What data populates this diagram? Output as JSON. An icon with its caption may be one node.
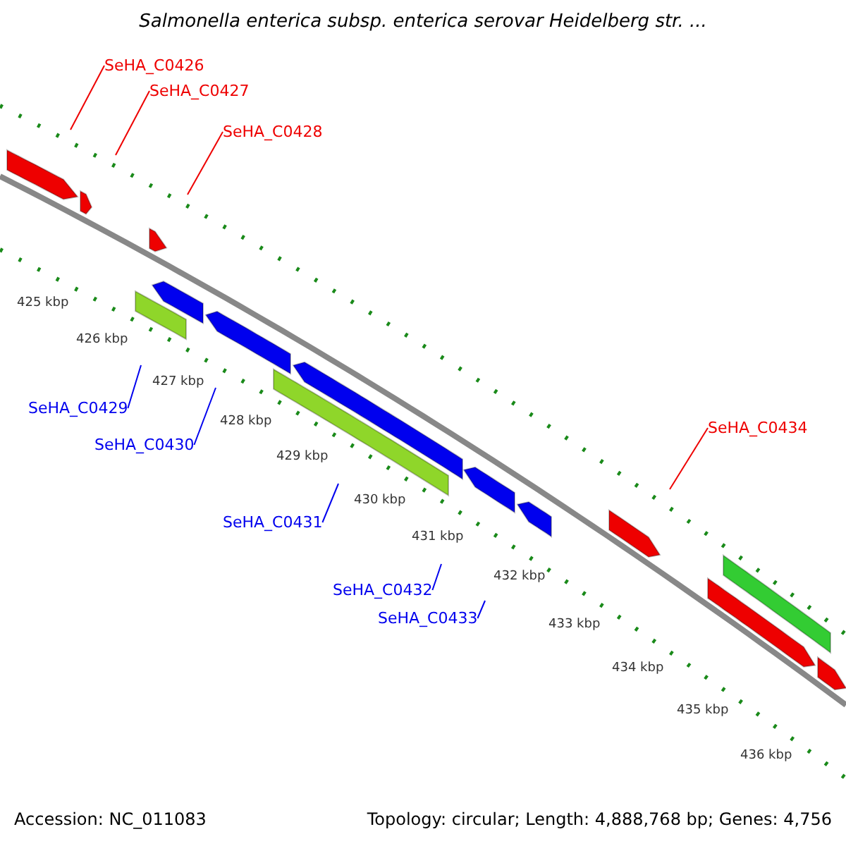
{
  "diagram": {
    "title": "Salmonella enterica subsp. enterica serovar Heidelberg str. ...",
    "nodes": [
      {
        "text": [
          "SeHA_C0426"
        ]
      },
      {
        "text": [
          "SeHA_C0427"
        ]
      },
      {
        "text": [
          "SeHA_C0428"
        ]
      },
      {
        "text": [
          "SeHA_C0429"
        ]
      },
      {
        "text": [
          "SeHA_C0430"
        ]
      },
      {
        "text": [
          "SeHA_C0431"
        ]
      },
      {
        "text": [
          "SeHA_C0432"
        ]
      },
      {
        "text": [
          "SeHA_C0433"
        ]
      },
      {
        "text": [
          "SeHA_C0434"
        ]
      }
    ],
    "edges": [
      {
        "from": 0,
        "to": null,
        "arrow": "none",
        "color": "#ee0000"
      },
      {
        "from": 1,
        "to": null,
        "arrow": "none",
        "color": "#ee0000"
      },
      {
        "from": 2,
        "to": null,
        "arrow": "none",
        "color": "#ee0000"
      },
      {
        "from": 3,
        "to": null,
        "arrow": "none"
      },
      {
        "from": 4,
        "to": null,
        "arrow": "none"
      },
      {
        "from": 5,
        "to": null,
        "arrow": "none"
      },
      {
        "from": 6,
        "to": null,
        "arrow": "none"
      },
      {
        "from": 7,
        "to": null,
        "arrow": "none"
      },
      {
        "from": 8,
        "to": null,
        "arrow": "none",
        "color": "#ee0000"
      }
    ],
    "labels": [
      "425 kbp",
      "426 kbp",
      "427 kbp",
      "428 kbp",
      "429 kbp",
      "430 kbp",
      "431 kbp",
      "432 kbp",
      "433 kbp",
      "434 kbp",
      "435 kbp",
      "436 kbp",
      "Accession: NC_011083",
      "Topology: circular; Length: 4,888,768 bp; Genes: 4,756"
    ]
  }
}
